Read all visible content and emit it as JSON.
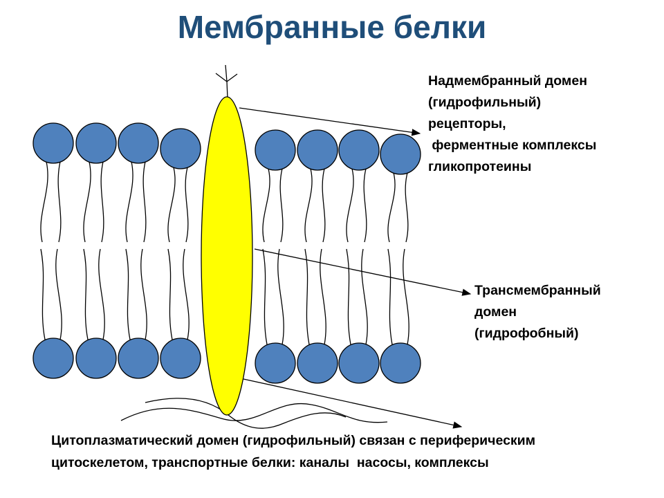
{
  "title": "Мембранные белки",
  "labels": {
    "extracellular": [
      "Надмембранный домен",
      "(гидрофильный)",
      "рецепторы,",
      " ферментные комплексы",
      "гликопротеины"
    ],
    "transmembrane": [
      "Трансмембранный",
      "домен",
      "(гидрофобный)"
    ],
    "cytoplasmic": [
      "Цитоплазматический домен (гидрофильный) связан с периферическим",
      "цитоскелетом, транспортные белки: каналы  насосы, комплексы"
    ]
  },
  "colors": {
    "title": "#1f4e79",
    "lipid_head": "#4f81bd",
    "protein": "#ffff00"
  }
}
